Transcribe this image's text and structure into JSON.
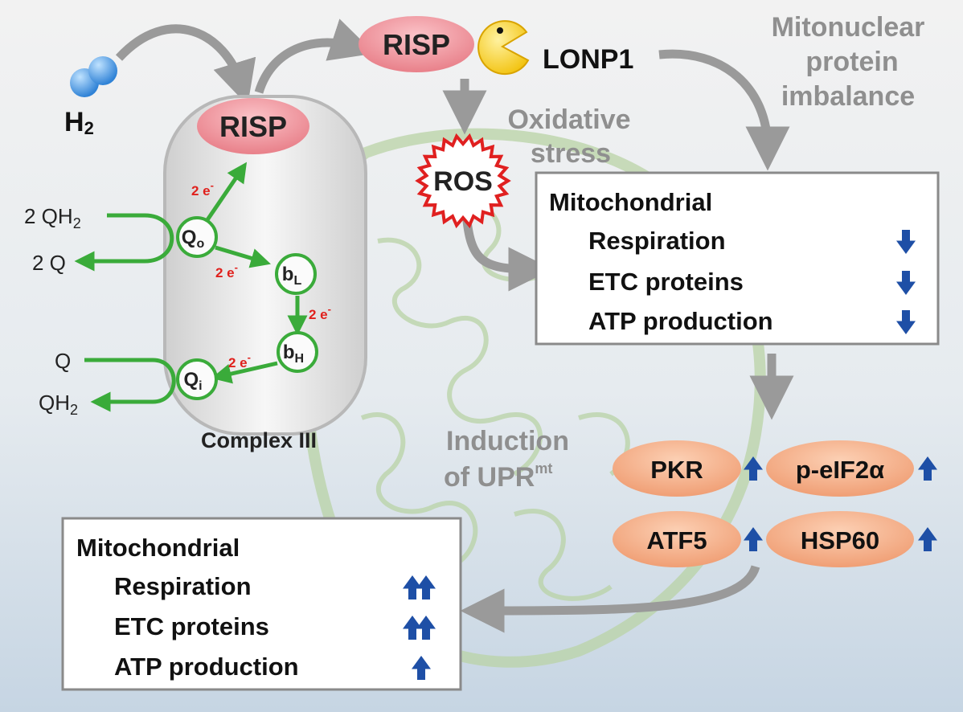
{
  "h2": {
    "label": "H",
    "sub": "2"
  },
  "complex": {
    "name": "Complex III",
    "risp": "RISP",
    "qo": {
      "main": "Q",
      "sub": "o"
    },
    "bl": {
      "main": "b",
      "sub": "L"
    },
    "bh": {
      "main": "b",
      "sub": "H"
    },
    "qi": {
      "main": "Q",
      "sub": "i"
    },
    "electron": {
      "main": "2 e",
      "sup": "-"
    },
    "qh2_in": {
      "main": "2 QH",
      "sub": "2"
    },
    "q_out": "2 Q",
    "q_in": "Q",
    "qh2_out": {
      "main": "QH",
      "sub": "2"
    }
  },
  "top": {
    "risp": "RISP",
    "lonp1": "LONP1"
  },
  "imbalance": [
    "Mitonuclear",
    "protein",
    "imbalance"
  ],
  "oxidative": [
    "Oxidative",
    "stress"
  ],
  "ros": "ROS",
  "box_top": {
    "title": "Mitochondrial",
    "rows": [
      "Respiration",
      "ETC proteins",
      "ATP production"
    ],
    "arrow": "down"
  },
  "induction": {
    "line1": "Induction",
    "line2": "of UPR",
    "sup": "mt"
  },
  "upr": [
    {
      "label": "PKR",
      "arrow": "up"
    },
    {
      "label": "p-eIF2α",
      "arrow": "up"
    },
    {
      "label": "ATF5",
      "arrow": "up"
    },
    {
      "label": "HSP60",
      "arrow": "up"
    }
  ],
  "box_bottom": {
    "title": "Mitochondrial",
    "rows": [
      {
        "label": "Respiration",
        "arrows": 2
      },
      {
        "label": "ETC proteins",
        "arrows": 2
      },
      {
        "label": "ATP production",
        "arrows": 1
      }
    ]
  },
  "colors": {
    "green": "#3aab3a",
    "red_label": "#e0201c",
    "gray_arrow": "#9a9a9a",
    "blue_arrow": "#1e4fa6",
    "risp_fill": "#ee8a92",
    "oval_fill": "#f4a57c"
  }
}
